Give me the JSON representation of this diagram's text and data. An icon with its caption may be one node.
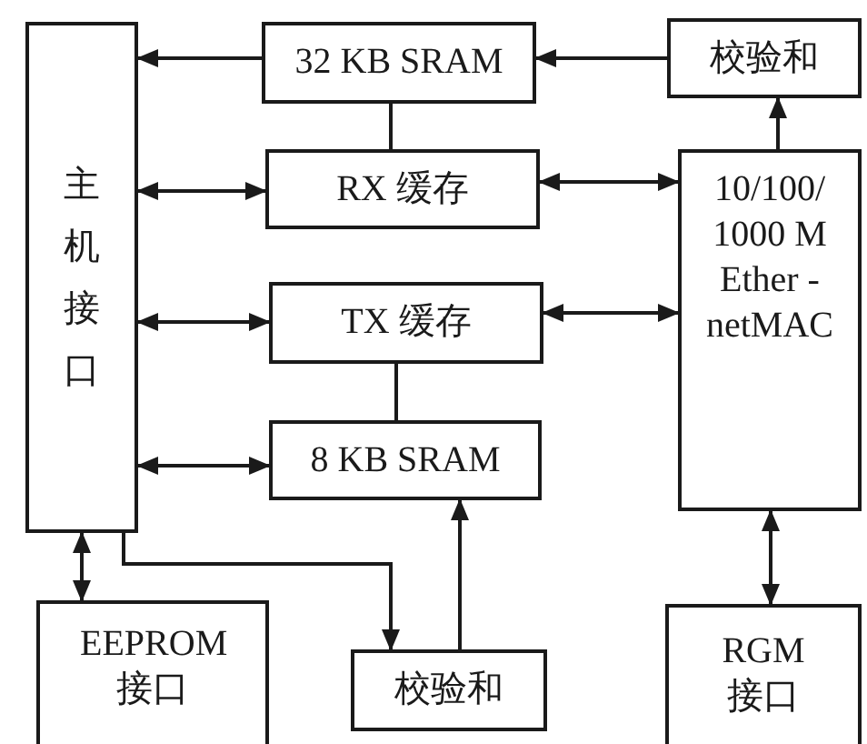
{
  "diagram": {
    "nodes": [
      {
        "text": [
          "主机接口"
        ]
      },
      {
        "text": [
          "32 KB SRAM"
        ]
      },
      {
        "text": [
          "校验和"
        ]
      },
      {
        "text": [
          "RX 缓存"
        ]
      },
      {
        "text": [
          "10/100/ 1000 M Ether - netMAC"
        ]
      },
      {
        "text": [
          "TX 缓存"
        ]
      },
      {
        "text": [
          "8 KB SRAM"
        ]
      },
      {
        "text": [
          "EEPROM 接口"
        ]
      },
      {
        "text": [
          "校验和"
        ]
      },
      {
        "text": [
          "RGM 接口"
        ]
      }
    ],
    "edges": [
      {
        "from": 1,
        "to": 0,
        "arrow": "to"
      },
      {
        "from": 2,
        "to": 1,
        "arrow": "to"
      },
      {
        "from": 1,
        "to": 3,
        "arrow": "none"
      },
      {
        "from": 0,
        "to": 3,
        "arrow": "both"
      },
      {
        "from": 3,
        "to": 4,
        "arrow": "both"
      },
      {
        "from": 4,
        "to": 2,
        "arrow": "to"
      },
      {
        "from": 0,
        "to": 5,
        "arrow": "both"
      },
      {
        "from": 5,
        "to": 4,
        "arrow": "both"
      },
      {
        "from": 5,
        "to": 6,
        "arrow": "none"
      },
      {
        "from": 0,
        "to": 6,
        "arrow": "both"
      },
      {
        "from": 0,
        "to": 7,
        "arrow": "both"
      },
      {
        "from": 0,
        "to": 8,
        "arrow": "to"
      },
      {
        "from": 8,
        "to": 6,
        "arrow": "to"
      },
      {
        "from": 4,
        "to": 9,
        "arrow": "both"
      }
    ]
  }
}
